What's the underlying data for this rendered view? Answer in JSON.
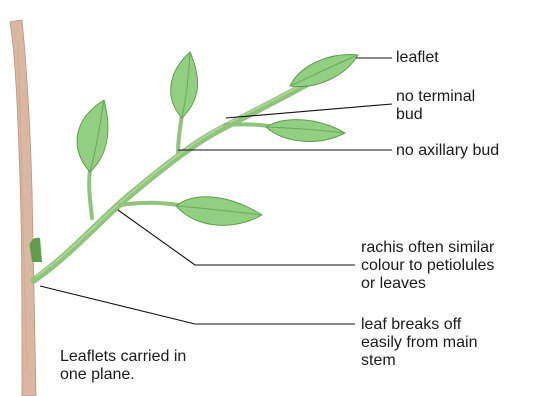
{
  "labels": {
    "leaflet": "leaflet",
    "no_terminal_bud": "no terminal\nbud",
    "no_axillary_bud": "no axillary bud",
    "rachis": "rachis often similar\ncolour to petiolules\nor leaves",
    "leaf_breaks": "leaf breaks off\neasily from main\nstem",
    "caption": "Leaflets carried in\none plane."
  },
  "colors": {
    "stem": "#d9b7a0",
    "stem_edge": "#b99580",
    "rachis": "#8fc47a",
    "leaf_fill": "#93cf80",
    "leaf_edge": "#5f9e4f",
    "leaf_vein": "#6aa85a",
    "bud": "#5f9e4f",
    "leader": "#111111"
  }
}
